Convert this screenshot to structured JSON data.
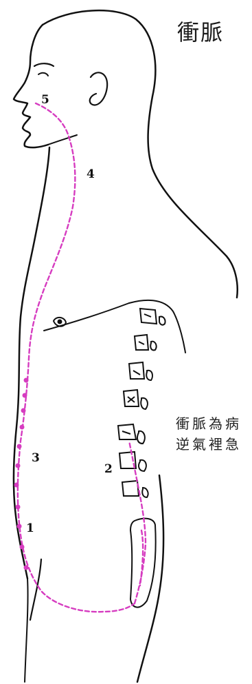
{
  "title": "衝脈",
  "caption": [
    "衝脈為病",
    "逆氣裡急"
  ],
  "point_labels": [
    "1",
    "2",
    "3",
    "4",
    "5"
  ],
  "colors": {
    "outline": "#111111",
    "meridian": "#d63cc0",
    "background": "#ffffff"
  },
  "icons": [
    "human-torso-outline",
    "vertebra",
    "sacrum",
    "nipple"
  ]
}
